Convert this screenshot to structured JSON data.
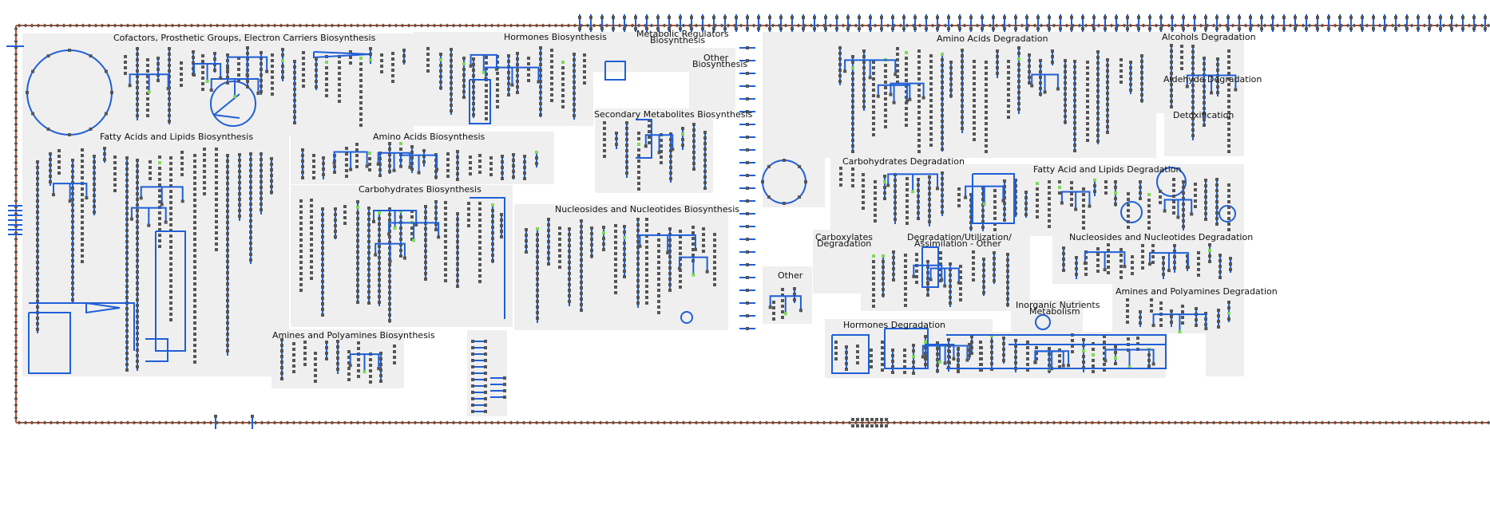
{
  "diagram": {
    "colors": {
      "background": "#ffffff",
      "panel": "#efefef",
      "pathway_line": "#1f5fd6",
      "node": "#555555",
      "highlight_node": "#7ed957",
      "border_line": "#c0532a"
    },
    "biosynthesis": {
      "cofactors": "Cofactors, Prosthetic Groups, Electron Carriers Biosynthesis",
      "hormones": "Hormones Biosynthesis",
      "metabolic_regulators_1": "Metabolic Regulators",
      "metabolic_regulators_2": "Biosynthesis",
      "other_1": "Other",
      "other_2": "Biosynthesis",
      "secondary_metabolites": "Secondary Metabolites Biosynthesis",
      "fatty_acids": "Fatty Acids and Lipids Biosynthesis",
      "amino_acids": "Amino Acids Biosynthesis",
      "carbohydrates": "Carbohydrates Biosynthesis",
      "nucleosides": "Nucleosides and Nucleotides Biosynthesis",
      "amines": "Amines and Polyamines Biosynthesis"
    },
    "degradation": {
      "amino_acids": "Amino Acids Degradation",
      "alcohols": "Alcohols Degradation",
      "aldehyde": "Aldehyde Degradation",
      "detoxification": "Detoxification",
      "carbohydrates": "Carbohydrates Degradation",
      "fatty_acid": "Fatty Acid and Lipids Degradation",
      "carboxylates_1": "Carboxylates",
      "carboxylates_2": "Degradation",
      "utilization_1": "Degradation/Utilization/",
      "utilization_2": "Assimilation - Other",
      "nucleosides": "Nucleosides and Nucleotides Degradation",
      "other": "Other",
      "amines": "Amines and Polyamines Degradation",
      "inorganic_1": "Inorganic Nutrients",
      "inorganic_2": "Metabolism",
      "hormones": "Hormones Degradation"
    }
  }
}
